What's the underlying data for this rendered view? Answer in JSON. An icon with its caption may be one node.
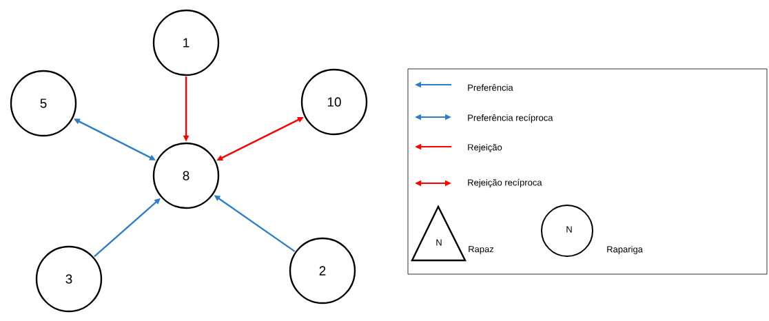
{
  "diagram": {
    "nodes": [
      {
        "text": [
          "1"
        ]
      },
      {
        "text": [
          "5"
        ]
      },
      {
        "text": [
          "10"
        ]
      },
      {
        "text": [
          "8"
        ]
      },
      {
        "text": [
          "3"
        ]
      },
      {
        "text": [
          "2"
        ]
      }
    ],
    "edges": [
      {
        "from": 0,
        "to": 3,
        "arrow": "to",
        "color": "#ff0000"
      },
      {
        "from": 1,
        "to": 3,
        "arrow": "both"
      },
      {
        "from": 2,
        "to": 3,
        "arrow": "both",
        "color": "#ff0000"
      },
      {
        "from": 4,
        "to": 3,
        "arrow": "to"
      },
      {
        "from": 5,
        "to": 3,
        "arrow": "to"
      }
    ],
    "labels": [
      "N",
      "N"
    ],
    "legend": [
      {
        "text": "Preferência"
      },
      {
        "text": "Preferência recíproca"
      },
      {
        "text": "Rejeição"
      },
      {
        "text": "Rejeição recíproca"
      },
      {
        "text": "Rapaz"
      },
      {
        "text": "Rapariga"
      }
    ]
  }
}
